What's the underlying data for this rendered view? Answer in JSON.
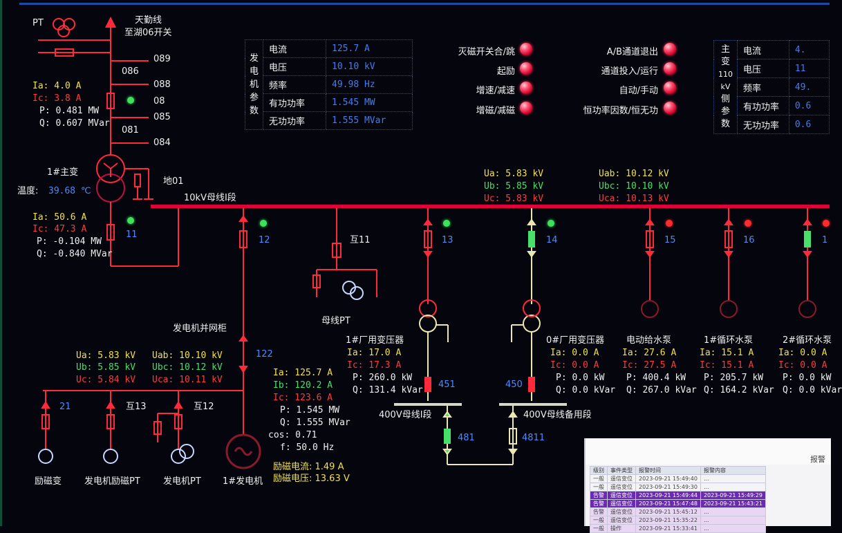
{
  "colors": {
    "background": "#04050d",
    "bus": "#e3003a",
    "value_blue": "#3f7df5",
    "label_yellow": "#f2e24a",
    "status_green": "#3ee25a",
    "status_red": "#ff2c2c"
  },
  "top_left": {
    "pt_label": "PT",
    "line_name": "天勤线",
    "switch_name": "至湖06开关",
    "switches": [
      "089",
      "086",
      "088",
      "08",
      "085",
      "081",
      "084"
    ],
    "meas": {
      "ia": "Ia: 4.0 A",
      "ic": "Ic: 3.8 A",
      "p": "P: 0.481 MW",
      "q": "Q: 0.607 MVar"
    },
    "transformer": "1#主变",
    "temp_label": "温度:",
    "temp_value": "39.68 ℃",
    "ground_switch": "地01"
  },
  "gen_params": {
    "side": [
      "发",
      "电",
      "机",
      "参",
      "数"
    ],
    "rows": [
      {
        "label": "电流",
        "value": "125.7 A"
      },
      {
        "label": "电压",
        "value": "10.10 kV"
      },
      {
        "label": "频率",
        "value": "49.98 Hz"
      },
      {
        "label": "有功功率",
        "value": "1.545 MW"
      },
      {
        "label": "无功功率",
        "value": "1.555 MVar"
      }
    ]
  },
  "controls_left": [
    "灭磁开关合/跳",
    "起励",
    "增速/减速",
    "增磁/减磁"
  ],
  "controls_right": [
    "A/B通道退出",
    "通道投入/运行",
    "自动/手动",
    "恒功率因数/恒无功"
  ],
  "main_params": {
    "side": [
      "主",
      "变",
      "110",
      "kV",
      "侧",
      "参",
      "数"
    ],
    "rows": [
      {
        "label": "电流",
        "value": "4."
      },
      {
        "label": "电压",
        "value": "11"
      },
      {
        "label": "频率",
        "value": "49."
      },
      {
        "label": "有功功率",
        "value": "0.6"
      },
      {
        "label": "无功功率",
        "value": "0.6"
      }
    ]
  },
  "bus": {
    "name": "10kV母线I段",
    "ua": "Ua: 5.83 kV",
    "ub": "Ub: 5.85 kV",
    "uc": "Uc: 5.83 kV",
    "uab": "Uab: 10.12 kV",
    "ubc": "Ubc: 10.10 kV",
    "uca": "Uca: 10.13 kV"
  },
  "feeder11": {
    "num": "11",
    "ia": "Ia: 50.6 A",
    "ic": "Ic: 47.3 A",
    "p": "P: -0.104 MW",
    "q": "Q: -0.840 MVar"
  },
  "feeders": {
    "f12": "12",
    "pt11": "互11",
    "f13": "13",
    "f14": "14",
    "f15": "15",
    "f16": "16",
    "f17": "1",
    "f122": "122",
    "bus_pt": "母线PT"
  },
  "gen_panel": {
    "title": "发电机并网柜",
    "ua": "Ua: 5.83 kV",
    "ub": "Ub: 5.85 kV",
    "uc": "Uc: 5.84 kV",
    "uab": "Uab: 10.10 kV",
    "ubc": "Ubc: 10.12 kV",
    "uca": "Uca: 10.11 kV",
    "ia": "Ia: 125.7 A",
    "ib": "Ib: 120.2 A",
    "ic": "Ic: 123.6 A",
    "p": "P: 1.545 MW",
    "q": "Q: 1.555 MVar",
    "cos": "cos: 0.71",
    "f": "f: 50.0 Hz",
    "exc_i": "励磁电流: 1.49 A",
    "exc_u": "励磁电压: 13.63 V"
  },
  "bottom_left": {
    "f21": "21",
    "pt13": "互13",
    "pt12": "互12",
    "exc_tx": "励磁变",
    "gen_exc_pt": "发电机励磁PT",
    "gen_pt": "发电机PT",
    "gen": "1#发电机"
  },
  "tx1": {
    "name": "1#厂用变压器",
    "ia": "Ia: 17.0 A",
    "ic": "Ic: 17.3 A",
    "p": "P: 260.0 kW",
    "q": "Q: 131.4 kVar",
    "brk": "451"
  },
  "tx0": {
    "name": "0#厂用变压器",
    "ia": "Ia: 0.0 A",
    "ic": "Ic: 0.0 A",
    "p": "P: 0.0 kW",
    "q": "Q: 0.0 kVar",
    "brk": "450"
  },
  "pump_feed": {
    "name": "电动给水泵",
    "ia": "Ia: 27.6 A",
    "ic": "Ic: 27.5 A",
    "p": "P: 400.4 kW",
    "q": "Q: 267.0 kVar"
  },
  "pump_circ1": {
    "name": "1#循环水泵",
    "ia": "Ia: 15.1 A",
    "ic": "Ic: 15.1 A",
    "p": "P: 205.7 kW",
    "q": "Q: 164.2 kVar"
  },
  "pump_circ2": {
    "name": "2#循环水泵",
    "ia": "Ia: 0.0 A",
    "ic": "Ic: 0.0 A",
    "p": "P: 0.0 kW",
    "q": "Q: 0.0 kVar"
  },
  "low_bus": {
    "bus1": "400V母线I段",
    "bus_spare": "400V母线备用段",
    "b481": "481",
    "b4811": "4811"
  },
  "popup": {
    "title": "报警",
    "headers": [
      "级别",
      "事件类型",
      "报警时间",
      "报警内容"
    ],
    "rows": [
      [
        "一般",
        "遥信变位",
        "2023-09-21 15:49:40",
        "..."
      ],
      [
        "一般",
        "遥信变位",
        "2023-09-21 15:49:30",
        "..."
      ],
      [
        "告警",
        "遥信变位",
        "2023-09-21 15:49:44",
        "2023-09-21 15:49:29"
      ],
      [
        "告警",
        "遥信变位",
        "2023-09-21 15:47:48",
        "2023-09-21 15:43:21"
      ],
      [
        "告警",
        "遥信变位",
        "2023-09-21 15:45:12",
        "..."
      ],
      [
        "一般",
        "遥信变位",
        "2023-09-21 15:35:22",
        "..."
      ],
      [
        "一般",
        "操作",
        "2023-09-21 15:33:41",
        "..."
      ]
    ]
  }
}
